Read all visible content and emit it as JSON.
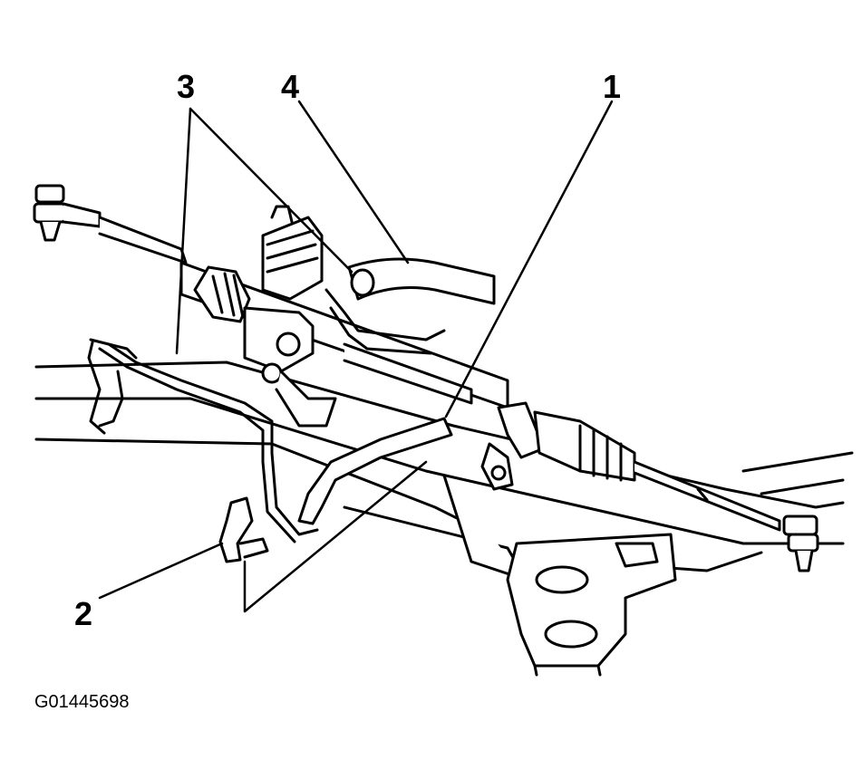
{
  "callouts": {
    "c1": "1",
    "c2": "2",
    "c3": "3",
    "c4": "4"
  },
  "figure_id": "G01445698",
  "colors": {
    "ink": "#000000",
    "paper": "#ffffff"
  }
}
